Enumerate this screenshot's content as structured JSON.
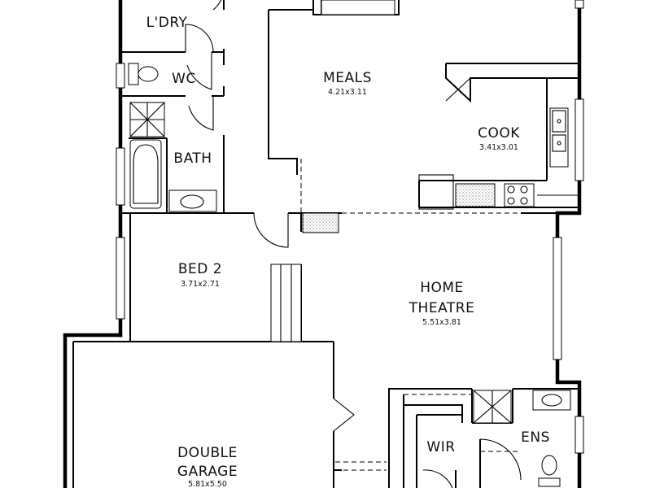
{
  "rooms": {
    "laundry": {
      "name": "L'DRY"
    },
    "wc": {
      "name": "WC"
    },
    "bath": {
      "name": "BATH"
    },
    "meals": {
      "name": "MEALS",
      "dims": "4.21x3.11"
    },
    "cook": {
      "name": "COOK",
      "dims": "3.41x3.01"
    },
    "bed2": {
      "name": "BED 2",
      "dims": "3.71x2.71"
    },
    "home_theatre": {
      "name_line1": "HOME",
      "name_line2": "THEATRE",
      "dims": "5.51x3.81"
    },
    "double_garage": {
      "name_line1": "DOUBLE",
      "name_line2": "GARAGE",
      "dims": "5.81x5.50"
    },
    "wir": {
      "name": "WIR"
    },
    "ens": {
      "name": "ENS"
    }
  }
}
